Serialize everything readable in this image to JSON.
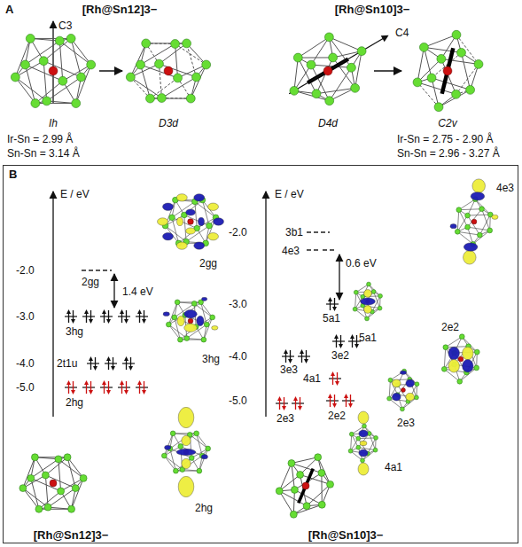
{
  "diagram": {
    "nodes": [
      {
        "text": [
          "Ih"
        ]
      },
      {
        "text": [
          "D3d"
        ]
      },
      {
        "text": [
          "D4d"
        ]
      },
      {
        "text": [
          "C2v"
        ]
      },
      {
        "text": [
          "B"
        ]
      }
    ],
    "edges": [
      {
        "from": 0,
        "to": 1,
        "arrow": "to"
      },
      {
        "from": 2,
        "to": 3,
        "arrow": "to"
      }
    ],
    "labels": [
      "A",
      "[Rh@Sn12]3−",
      "[Rh@Sn10]3−",
      "C3",
      "C4",
      "Ir-Sn = 2.99 Å",
      "Sn-Sn = 3.14 Å",
      "Ir-Sn = 2.75 - 2.90 Å",
      "Sn-Sn = 2.96 - 3.27 Å",
      "E / eV",
      "-2.0",
      "-3.0",
      "-4.0",
      "-5.0",
      "2gg",
      "1.4 eV",
      "3hg",
      "2t1u",
      "2hg",
      "2gg",
      "3hg",
      "2hg",
      "[Rh@Sn12]3−",
      "E / eV",
      "-2.0",
      "-3.0",
      "-4.0",
      "-5.0",
      "3b1",
      "4e3",
      "0.6 eV",
      "5a1",
      "3e3",
      "3e2",
      "4a1",
      "2e3",
      "2e2",
      "4e3",
      "5a1",
      "2e2",
      "2e3",
      "4a1",
      "[Rh@Sn10]3−"
    ]
  }
}
